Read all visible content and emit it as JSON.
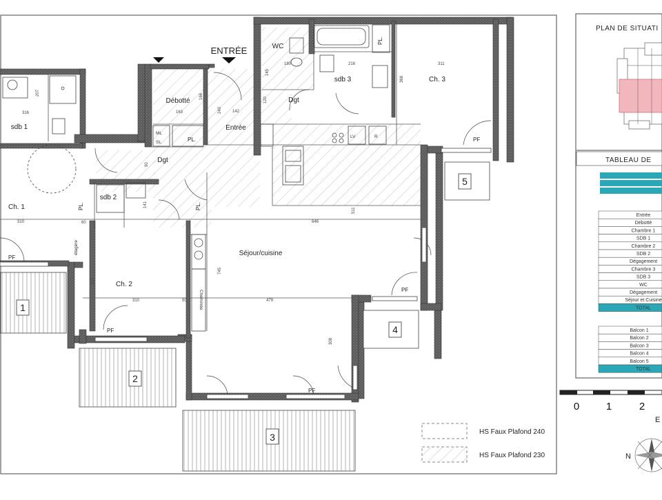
{
  "entrance_label": "ENTRÉE",
  "rooms": {
    "sdb1": "sdb 1",
    "ch1": "Ch. 1",
    "debotte": "Débotté",
    "entree": "Entrée",
    "dgt_top": "Dgt",
    "dgt_mid": "Dgt",
    "wc": "WC",
    "sdb3": "sdb 3",
    "ch3": "Ch. 3",
    "sdb2": "sdb 2",
    "ch2": "Ch. 2",
    "sejour": "Séjour/cuisine",
    "chemin": "Cheminée",
    "ml": "ML",
    "sl": "SL",
    "lv": "LV",
    "r": "R",
    "pl": "PL.",
    "pf": "PF",
    "etagere": "étagère"
  },
  "dimensions": [
    "316",
    "207",
    "163",
    "166",
    "142",
    "240",
    "180",
    "145",
    "216",
    "311",
    "368",
    "120",
    "310",
    "60",
    "646",
    "511",
    "745",
    "310",
    "310",
    "479",
    "308",
    "141",
    "50",
    "90"
  ],
  "balconies": [
    "1",
    "2",
    "3",
    "4",
    "5"
  ],
  "legend": [
    {
      "label": "HS Faux Plafond 240"
    },
    {
      "label": "HS Faux Plafond 230"
    }
  ],
  "sidebar": {
    "plan_title": "PLAN DE SITUATI",
    "table_title": "TABLEAU DE",
    "rooms_list": [
      "Entrée",
      "Débotté",
      "Chambre 1",
      "SDB 1",
      "Chambre 2",
      "SDB 2",
      "Dégagement",
      "Chambre 3",
      "SDB 3",
      "WC",
      "Dégagement",
      "Séjour et Cuisine"
    ],
    "total1": "TOTAL",
    "balcony_list": [
      "Balcon 1",
      "Balcon 2",
      "Balcon 3",
      "Balcon 4",
      "Balcon 5"
    ],
    "total2": "TOTAL",
    "scale": [
      "0",
      "1",
      "2"
    ],
    "compass_n": "N",
    "compass_e": "E"
  },
  "colors": {
    "wall": "#555555",
    "total_row": "#2aa8b8",
    "highlight": "#f2b7bd"
  }
}
